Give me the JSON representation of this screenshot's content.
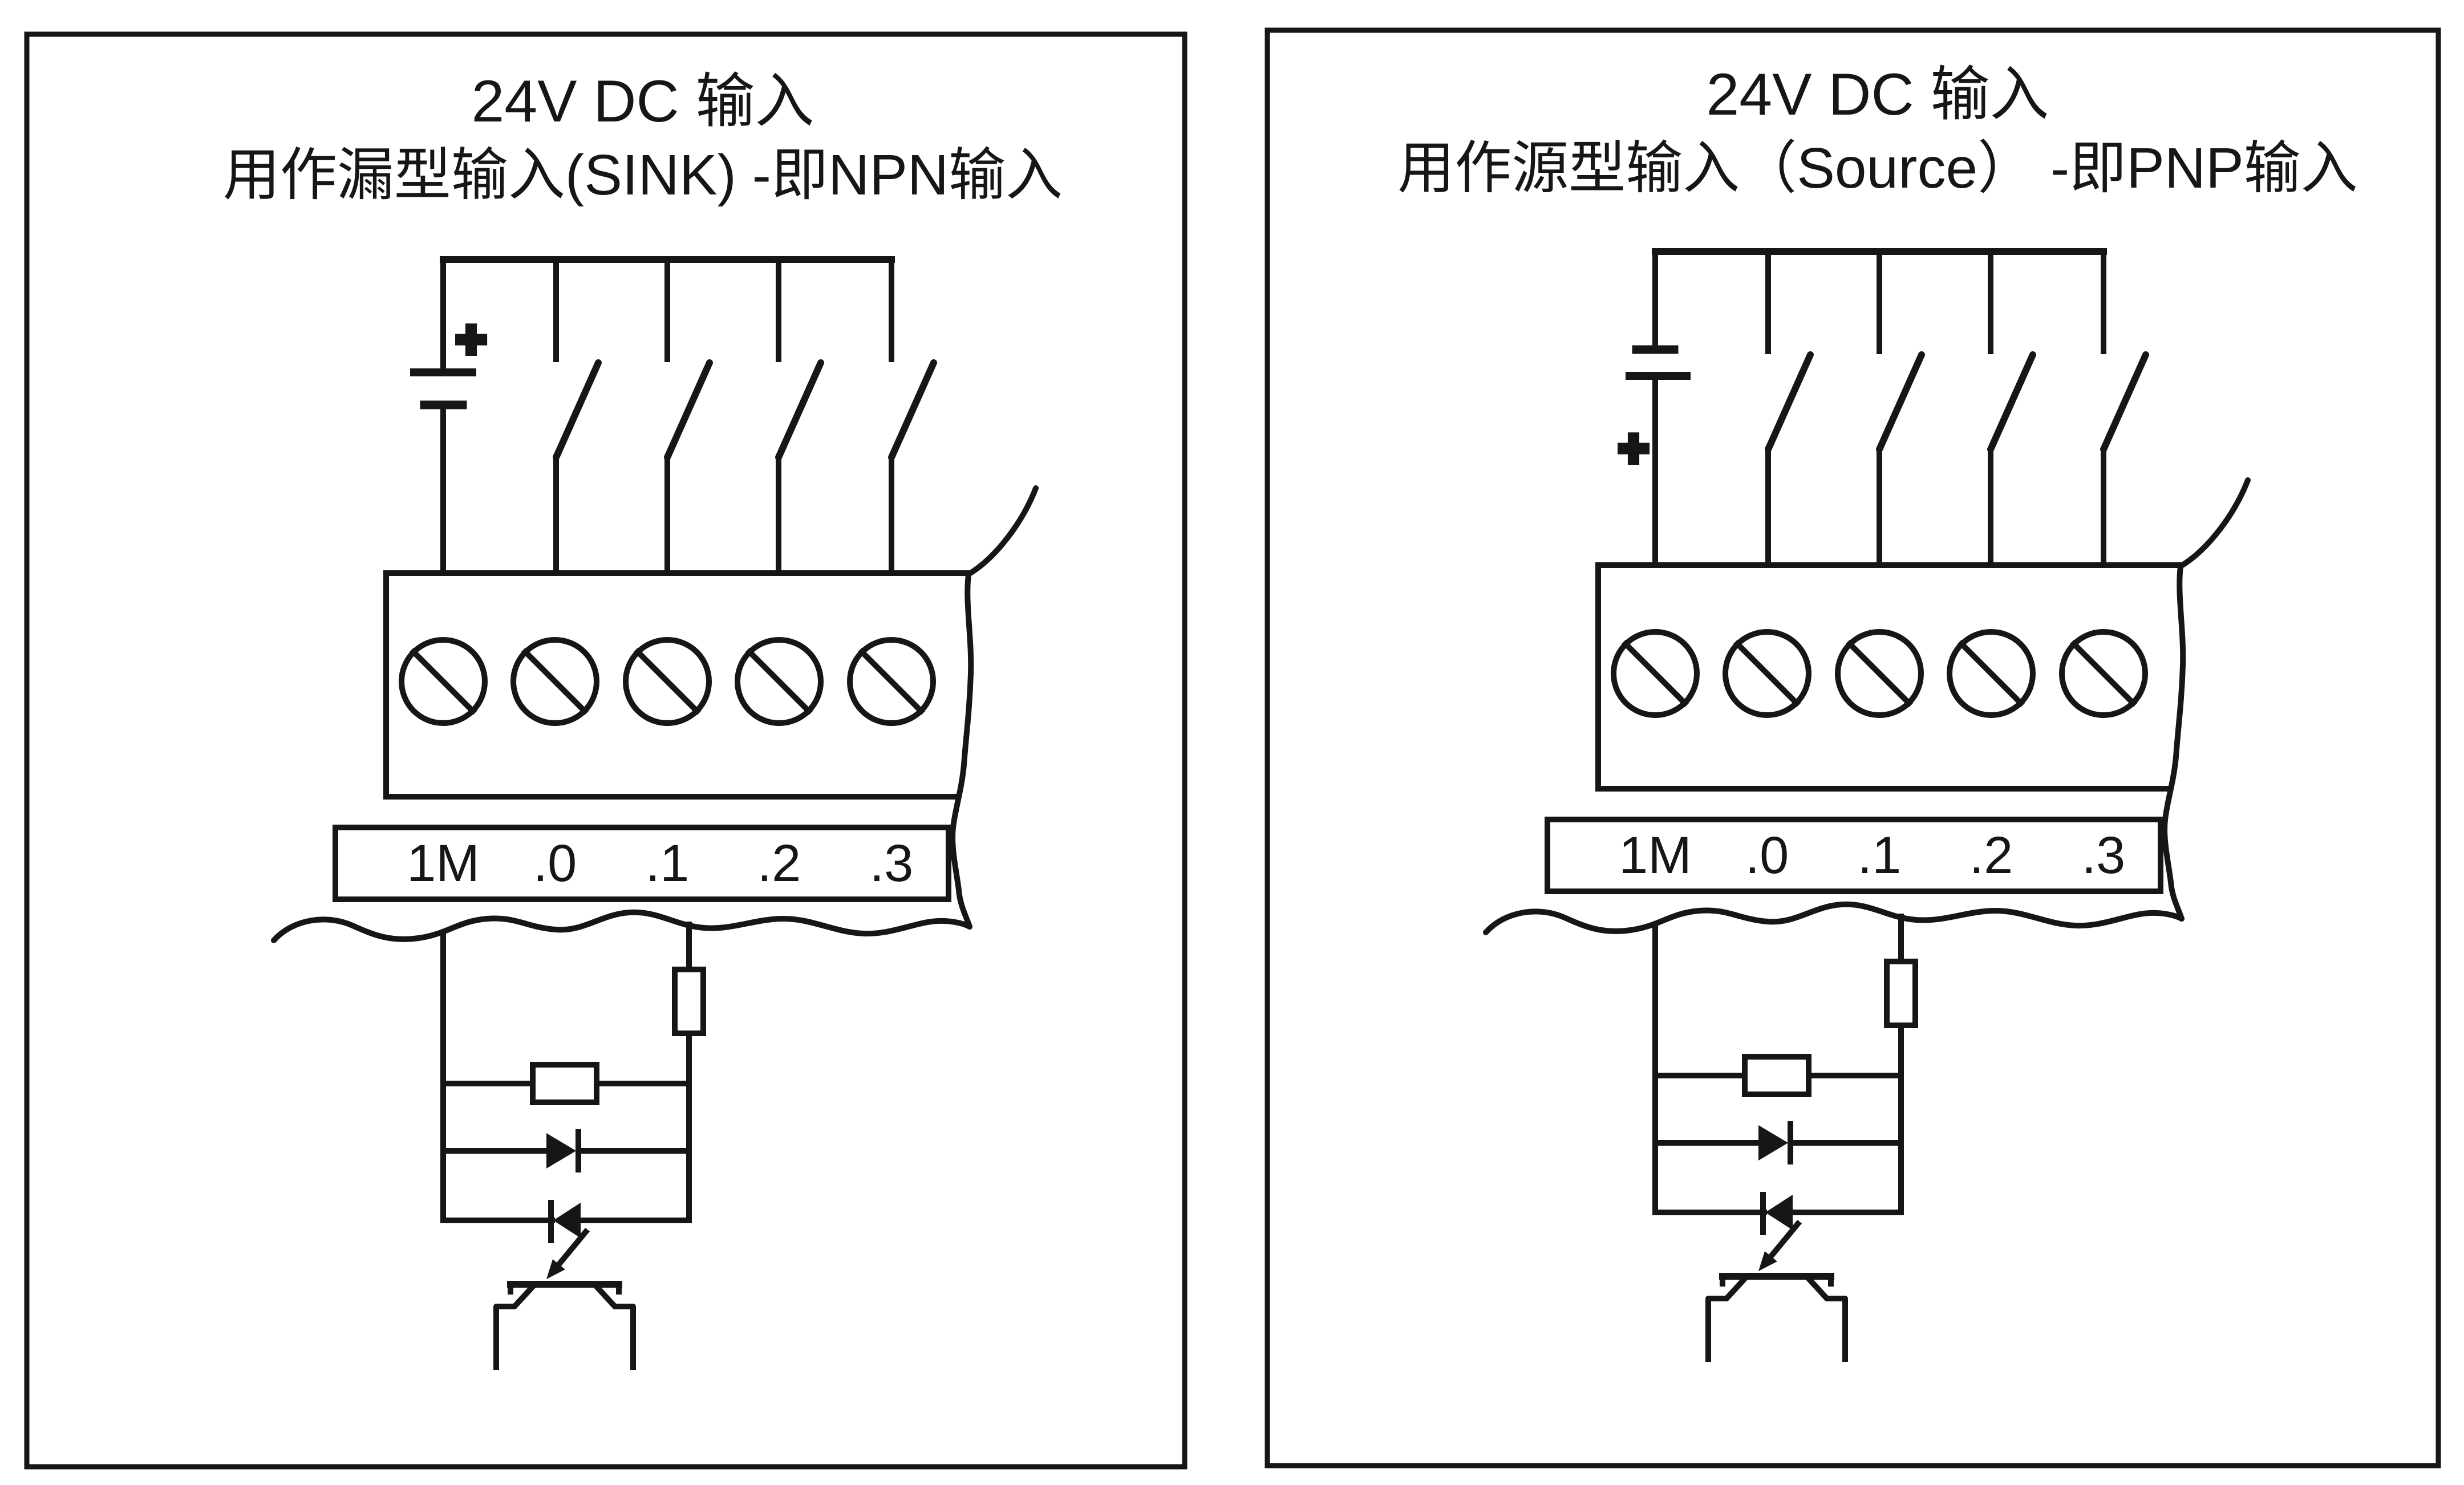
{
  "page": {
    "background": "#ffffff",
    "ink": "#161616"
  },
  "panels": [
    {
      "id": "sink-npn",
      "title_line1": "24V DC 输入",
      "title_line2": "用作漏型输入(SINK) -即NPN输入",
      "plus_label": "+",
      "terminals": [
        "1M",
        ".0",
        ".1",
        ".2",
        ".3"
      ]
    },
    {
      "id": "source-pnp",
      "title_line1": "24V DC 输入",
      "title_line2": "用作源型输入（Source） -即PNP输入",
      "plus_label": "+",
      "terminals": [
        "1M",
        ".0",
        ".1",
        ".2",
        ".3"
      ]
    }
  ]
}
